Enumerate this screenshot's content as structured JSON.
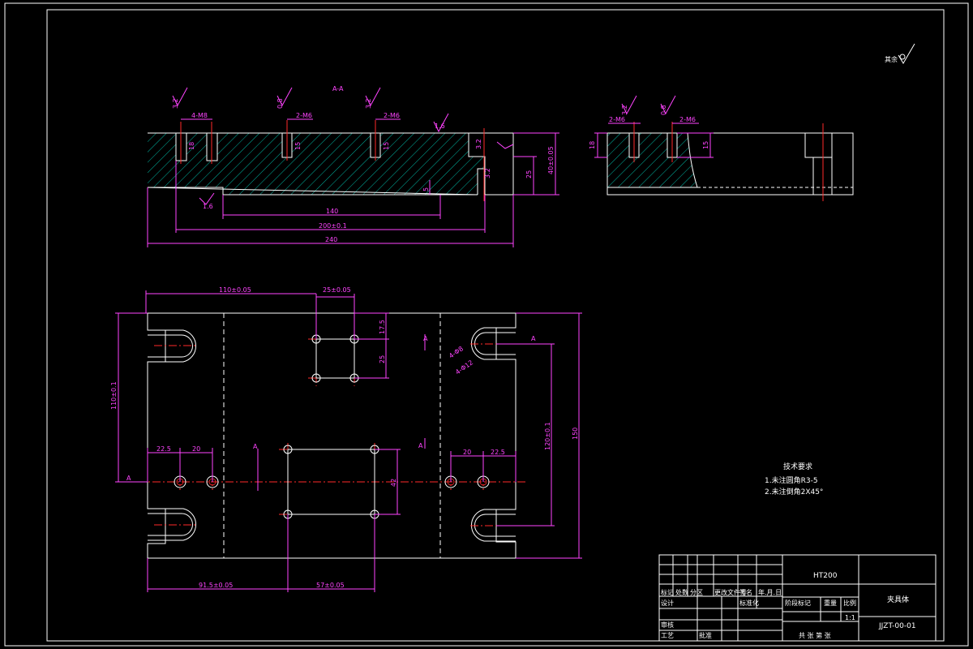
{
  "section_label": "A-A",
  "roughness_note": "其余",
  "top_view": {
    "callouts": {
      "m8": "4-M8",
      "m6_a": "2-M6",
      "m6_b": "2-M6",
      "r_a": "3.2",
      "r_b": "0.8",
      "r_c": "3.2",
      "r_d": "1.6",
      "r_e": "1.6"
    },
    "dims": {
      "d140": "140",
      "d200": "200±0.1",
      "d240": "240",
      "d40": "40±0.05",
      "d25": "25",
      "d5": "5",
      "d18": "18",
      "d15": "15"
    }
  },
  "side_view": {
    "callouts": {
      "m6_a": "2-M6",
      "m6_b": "2-M6",
      "r_a": "3.2",
      "r_b": "0.8"
    },
    "dims": {
      "d18": "18",
      "d15": "15"
    }
  },
  "plan_view": {
    "dims": {
      "d110": "110±0.05",
      "d25": "25±0.05",
      "d175": "17.5",
      "d25v": "25",
      "d110v": "110±0.1",
      "d120": "120±0.1",
      "d150": "150",
      "d225l": "22.5",
      "d20l": "20",
      "d20r": "20",
      "d225r": "22.5",
      "d42": "42",
      "d915": "91.5±0.05",
      "d57": "57±0.05",
      "holes_a": "4-Φ8",
      "holes_b": "4-Φ12"
    },
    "markers": {
      "a1": "A",
      "a2": "A",
      "a3": "A",
      "a4": "A",
      "a5": "A"
    }
  },
  "tech_req": {
    "title": "技术要求",
    "items": [
      "1.未注圆角R3-5",
      "2.未注倒角2X45°"
    ]
  },
  "title_block": {
    "material": "HT200",
    "part_name": "夹具体",
    "drawing_no": "JJZT-00-01",
    "scale": "1:1",
    "row_labels": [
      "标记",
      "处数",
      "分区",
      "更改文件号",
      "签名",
      "年.月.日"
    ],
    "left_labels": [
      "设计",
      "审核",
      "工艺"
    ],
    "std": "标准化",
    "approve": "批准",
    "stage": "阶段标记",
    "weight": "重量",
    "ratio": "比例",
    "sheets": "共  张  第  张"
  },
  "colors": {
    "outline": "#ffffff",
    "dimension": "#ff44ff",
    "centerline": "#ff2a2a",
    "hatch": "#00b3a0",
    "background": "#000000"
  }
}
